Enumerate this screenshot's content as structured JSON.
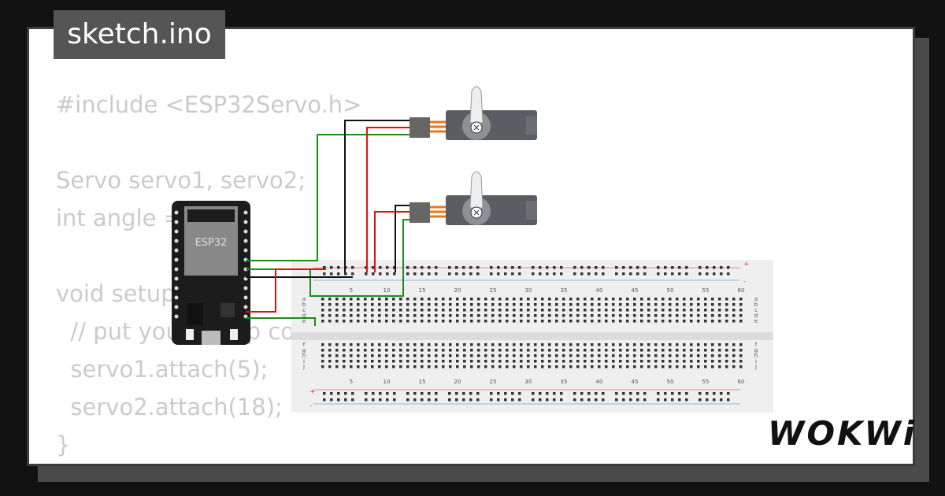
{
  "tab": {
    "filename": "sketch.ino"
  },
  "code": {
    "lines": [
      "#include <ESP32Servo.h>",
      "",
      "Servo servo1, servo2;",
      "int angle = 0;",
      "",
      "void setup() {",
      "  // put your setup code here",
      "  servo1.attach(5);",
      "  servo2.attach(18);",
      "}"
    ]
  },
  "board": {
    "label": "ESP32"
  },
  "breadboard": {
    "column_numbers": [
      "5",
      "10",
      "15",
      "20",
      "25",
      "30",
      "35",
      "40",
      "45",
      "50",
      "55",
      "60"
    ],
    "rows_top": [
      "a",
      "b",
      "c",
      "d",
      "e"
    ],
    "rows_bottom": [
      "f",
      "g",
      "h",
      "i",
      "j"
    ],
    "plus": "+",
    "minus": "-"
  },
  "brand": {
    "logo": "WOKWi"
  },
  "colors": {
    "wire_green": "#1e8a1e",
    "wire_red": "#e01010",
    "wire_black": "#111111",
    "servo_body": "#5a5e63",
    "board": "#1c1c1c"
  }
}
